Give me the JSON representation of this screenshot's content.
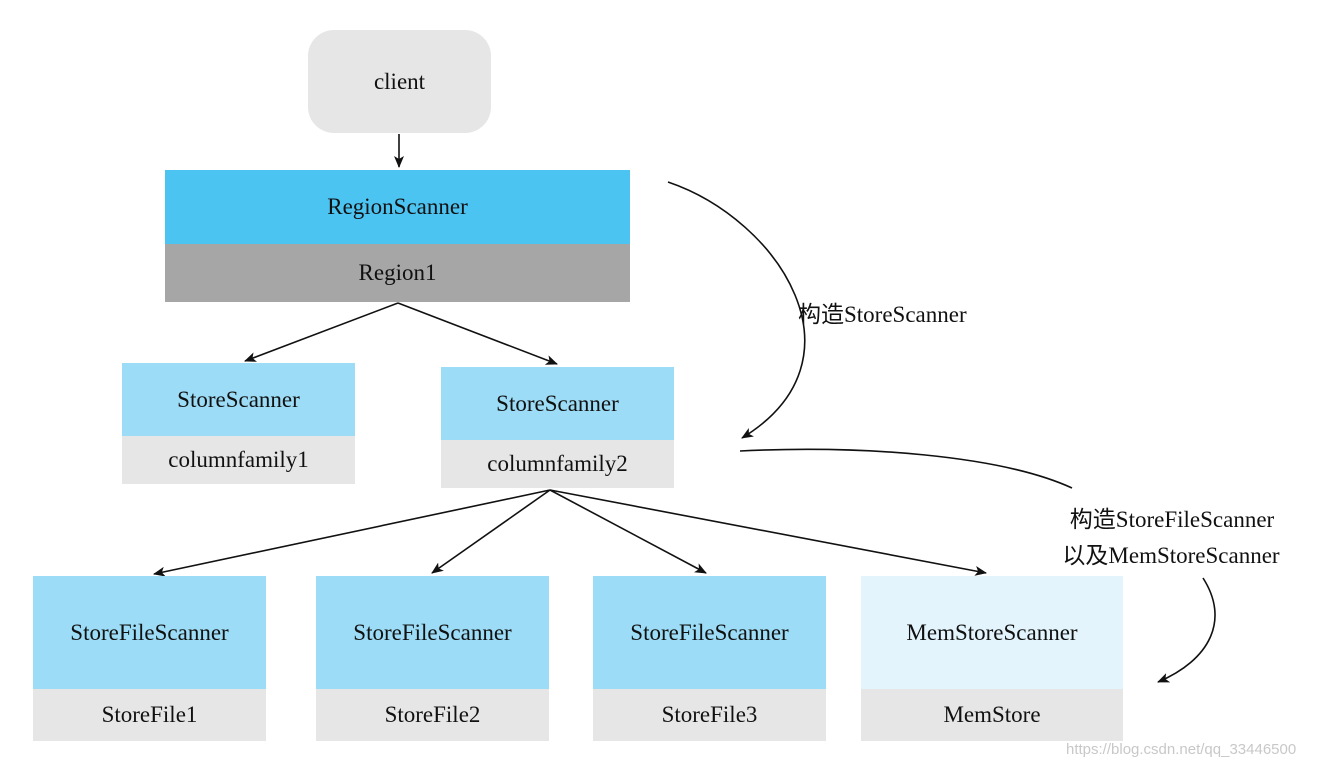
{
  "nodes": {
    "client": "client",
    "region_scanner": "RegionScanner",
    "region": "Region1",
    "store_scanner_1": "StoreScanner",
    "column_family_1": "columnfamily1",
    "store_scanner_2": "StoreScanner",
    "column_family_2": "columnfamily2",
    "store_file_scanners": [
      {
        "scanner": "StoreFileScanner",
        "file": "StoreFile1"
      },
      {
        "scanner": "StoreFileScanner",
        "file": "StoreFile2"
      },
      {
        "scanner": "StoreFileScanner",
        "file": "StoreFile3"
      }
    ],
    "mem_store_scanner": "MemStoreScanner",
    "mem_store": "MemStore"
  },
  "annotations": {
    "construct_store_scanner": "构造StoreScanner",
    "construct_file_scanner_line1": "构造StoreFileScanner",
    "construct_file_scanner_line2": "以及MemStoreScanner"
  },
  "watermark": "https://blog.csdn.net/qq_33446500",
  "colors": {
    "region_scanner": "#4cc4f2",
    "region": "#a6a6a6",
    "scanner": "#9cdcf6",
    "mem_store_scanner": "#e3f4fc",
    "footer": "#e6e6e6",
    "client": "#e6e6e6"
  }
}
